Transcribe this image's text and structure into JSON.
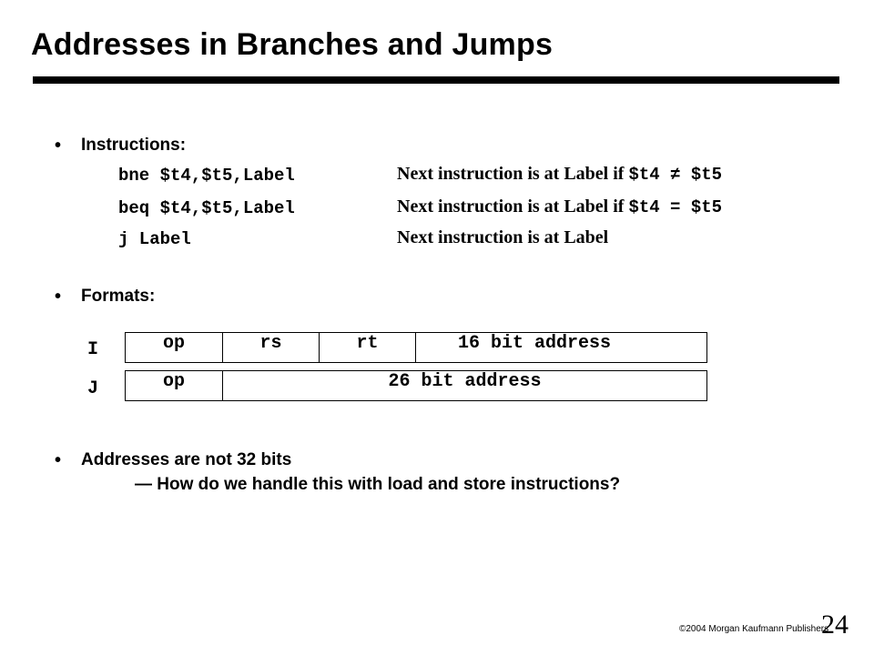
{
  "slide": {
    "title": "Addresses in Branches and Jumps"
  },
  "bullets": {
    "instructions_heading": "Instructions:",
    "formats_heading": "Formats:",
    "addresses_heading": "Addresses are not 32 bits",
    "addresses_sub": "— How do we handle this with load and store instructions?"
  },
  "instructions": [
    {
      "code": "bne $t4,$t5,Label",
      "desc_text": "Next instruction is at Label if ",
      "desc_cond": "$t4 ≠ $t5"
    },
    {
      "code": "beq $t4,$t5,Label",
      "desc_text": "Next instruction is at Label if ",
      "desc_cond": "$t4 = $t5"
    },
    {
      "code": "j Label",
      "desc_text": "Next instruction is at Label",
      "desc_cond": ""
    }
  ],
  "formats": {
    "i_label": "I",
    "j_label": "J",
    "i_fields": [
      "op",
      "rs",
      "rt",
      "16 bit address"
    ],
    "j_fields": [
      "op",
      "26 bit address"
    ]
  },
  "footer": {
    "copyright": "©2004  Morgan Kaufmann Publishers",
    "page": "24"
  }
}
